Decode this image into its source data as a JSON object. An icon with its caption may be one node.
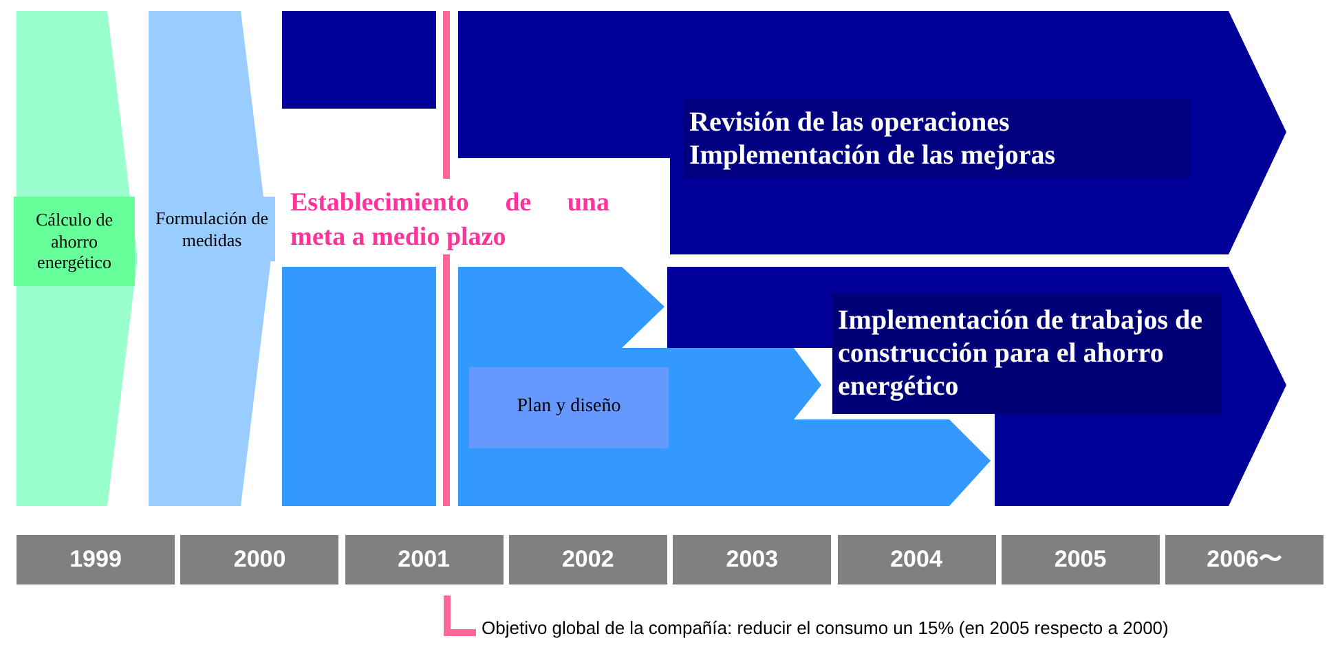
{
  "diagram": {
    "nodes": [
      {
        "text": [
          "Cálculo de ahorro energético"
        ]
      },
      {
        "text": [
          "Formulación de medidas"
        ]
      },
      {
        "text": [
          "Revisión de las operaciones",
          "Implementación de las mejoras"
        ]
      },
      {
        "text": [
          "Implementación de trabajos de construcción para el ahorro energético"
        ]
      },
      {
        "text": [
          "Plan y diseño"
        ]
      }
    ],
    "labels": [
      "Establecimiento de una meta a medio plazo",
      "1999",
      "2000",
      "2001",
      "2002",
      "2003",
      "2004",
      "2005",
      "2006〜",
      "Objetivo global de la compañía: reducir el consumo un 15% (en 2005 respecto a 2000)"
    ]
  }
}
